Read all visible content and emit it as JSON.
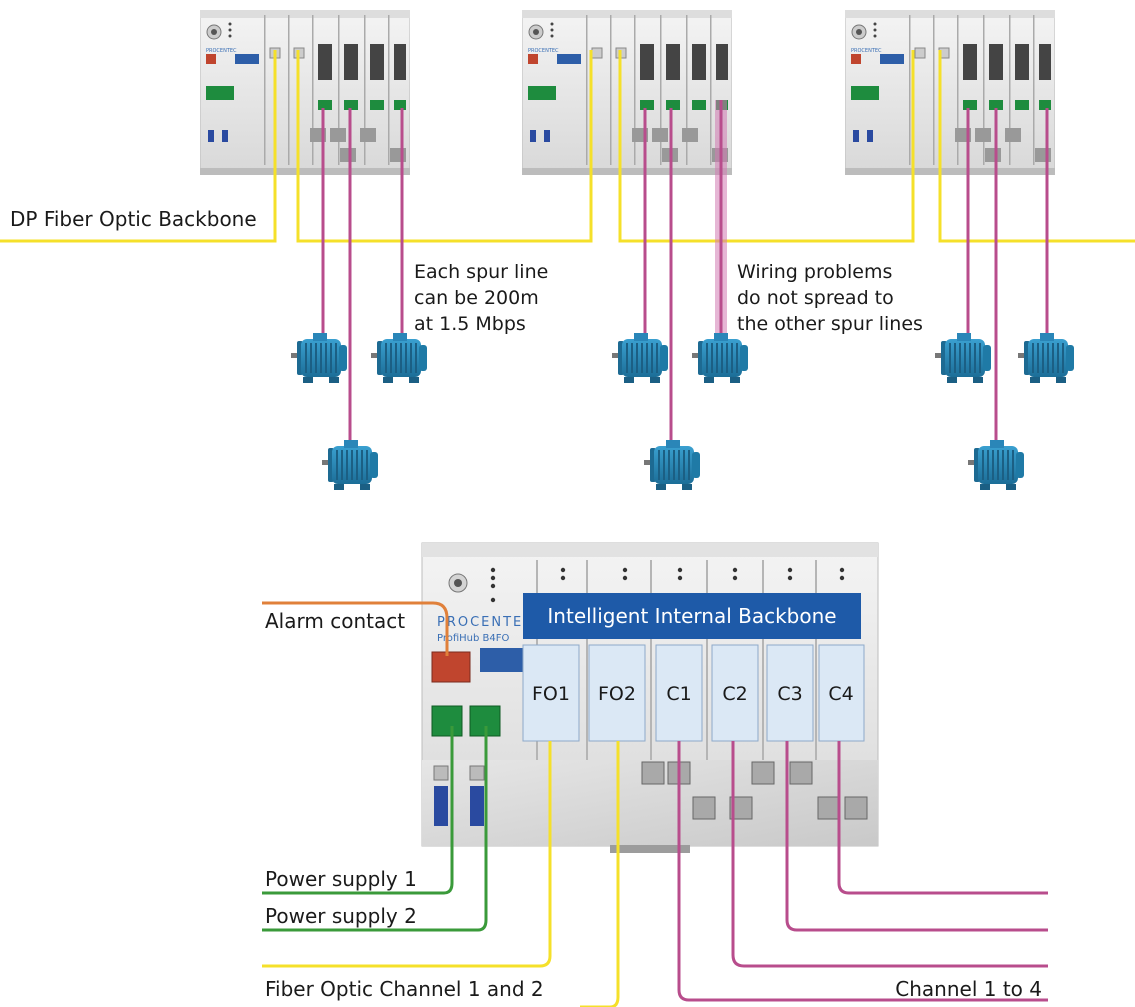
{
  "labels": {
    "backbone": "DP Fiber Optic Backbone",
    "spur_note": [
      "Each spur line",
      "can be 200m",
      "at 1.5 Mbps"
    ],
    "wiring_note": [
      "Wiring problems",
      "do not spread to",
      "the other spur lines"
    ],
    "alarm": "Alarm contact",
    "power1": "Power supply 1",
    "power2": "Power supply 2",
    "fiber_channel": "Fiber Optic Channel 1 and 2",
    "channel": "Channel 1 to 4"
  },
  "device": {
    "banner": "Intelligent Internal Backbone",
    "brand": "PROCENTEC",
    "model": "ProfiHub B4FO",
    "slots": [
      "FO1",
      "FO2",
      "C1",
      "C2",
      "C3",
      "C4"
    ]
  },
  "colors": {
    "fiber": "#f5e02a",
    "copper": "#b84d8c",
    "power": "#3a9a3a",
    "alarm": "#e0803a",
    "banner": "#1e5aa8",
    "slot_fill": "#dbe8f5",
    "motor": "#2a86b8"
  }
}
